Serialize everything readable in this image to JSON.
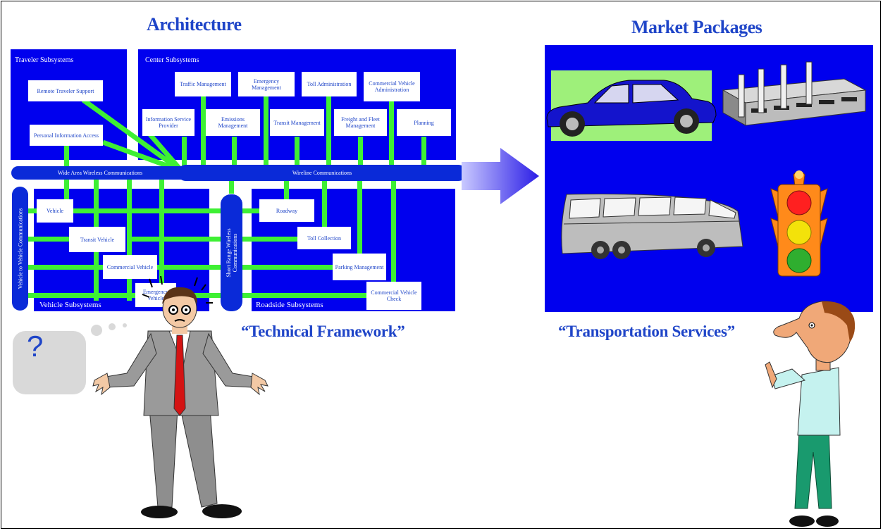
{
  "architecture": {
    "heading": "Architecture",
    "panels": {
      "traveler": "Traveler Subsystems",
      "center": "Center Subsystems",
      "vehicle": "Vehicle Subsystems",
      "roadside": "Roadside Subsystems"
    },
    "buses": {
      "wide_area": "Wide Area Wireless Communications",
      "wireline": "Wireline Communications",
      "v2v": "Vehicle to Vehicle Communications",
      "short_range": "Short Range Wireless Communications"
    },
    "boxes": {
      "remote_traveler": "Remote Traveler Support",
      "personal_info": "Personal Information Access",
      "traffic_mgmt": "Traffic Management",
      "emergency_mgmt": "Emergency Management",
      "toll_admin": "Toll Administration",
      "cv_admin": "Commercial Vehicle Administration",
      "isp": "Information Service Provider",
      "emissions": "Emissions Management",
      "transit_mgmt": "Transit Management",
      "freight": "Freight and Fleet Management",
      "planning": "Planning",
      "vehicle": "Vehicle",
      "transit_vehicle": "Transit Vehicle",
      "commercial_vehicle": "Commercial Vehicle",
      "emergency_vehicle": "Emergency Vehicle",
      "roadway": "Roadway",
      "toll_collection": "Toll Collection",
      "parking": "Parking Management",
      "cv_check": "Commercial Vehicle Check"
    }
  },
  "technical_caption": "“Technical Framework”",
  "market": {
    "heading": "Market Packages"
  },
  "services_caption": "“Transportation Services”",
  "thought_bubble": "?",
  "colors": {
    "accent_blue": "#1f45c8",
    "panel_blue": "#0000ee",
    "link_green": "#3ef034"
  }
}
